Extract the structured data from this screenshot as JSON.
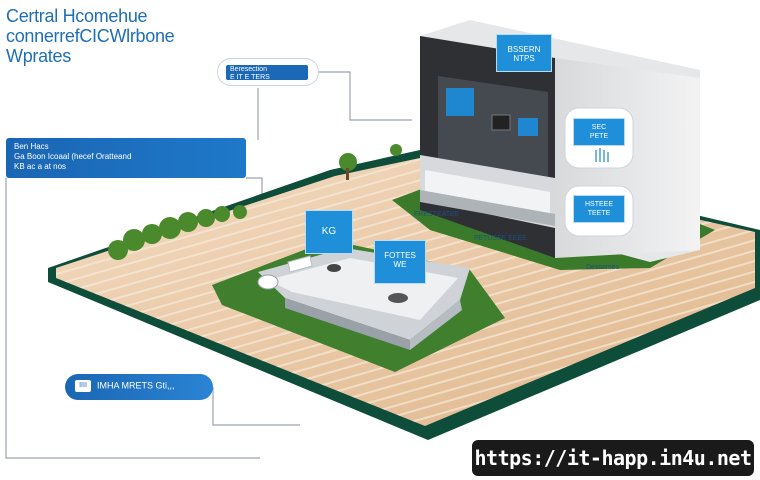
{
  "title_lines": [
    "Certral Hcomehue",
    "connerrefCICWlrbone",
    "Wprates"
  ],
  "callouts": {
    "top": [
      "Beresection",
      "E IT E TERS"
    ],
    "left": [
      "Ben Hacs",
      "Ga Boon Icoaal (hecef Oratteand",
      "KB ac a at nos"
    ],
    "bottom": {
      "icon": "IIII",
      "text": "IMHA MRETS Gti,,,"
    }
  },
  "tags": {
    "screen_top": "BSSERN\nNTPS",
    "bed_left": "KG",
    "bed_right": "FOTTES\nWE",
    "panel_upper": "SEC\nPETE",
    "panel_lower": "HSTEEE\nTEETE"
  },
  "labels": {
    "room_under": "FRESTEATEE",
    "room_under2": "FETUSSE EEEE",
    "panel_base": "Dessemes"
  },
  "url": "https://it-happ.in4u.net",
  "colors": {
    "accent": "#1f6fb4",
    "grass": "#3f7f2e",
    "floor": "#e9c9a4",
    "banner": "#1a1a1a"
  }
}
